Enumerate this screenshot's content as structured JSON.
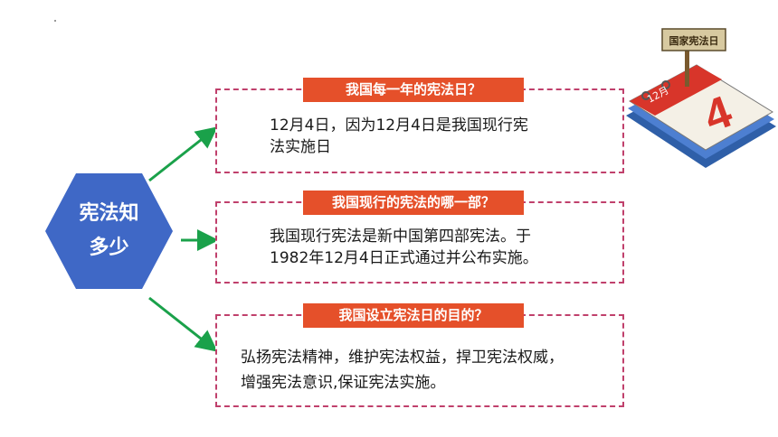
{
  "center": {
    "line1": "宪法知",
    "line2": "多少",
    "color": "#3f68c6"
  },
  "questions": [
    {
      "title": "我国每一年的宪法日？",
      "lines": [
        "12月4日，因为12月4日是我国现行宪",
        "法实施日"
      ]
    },
    {
      "title": "我国现行的宪法的哪一部？",
      "lines": [
        "我国现行宪法是新中国第四部宪法。于",
        "1982年12月4日正式通过并公布实施。"
      ]
    },
    {
      "title": "我国设立宪法日的目的？",
      "lines": [
        "弘扬宪法精神，维护宪法权益，捍卫宪法权威，",
        "增强宪法意识,保证宪法实施。"
      ]
    }
  ],
  "calendar": {
    "sign": "国家宪法日",
    "month": "12月",
    "day": "4"
  },
  "colors": {
    "title_bg": "#e5502a",
    "dashed_border": "#c0406c",
    "arrow": "#1aa14a"
  }
}
